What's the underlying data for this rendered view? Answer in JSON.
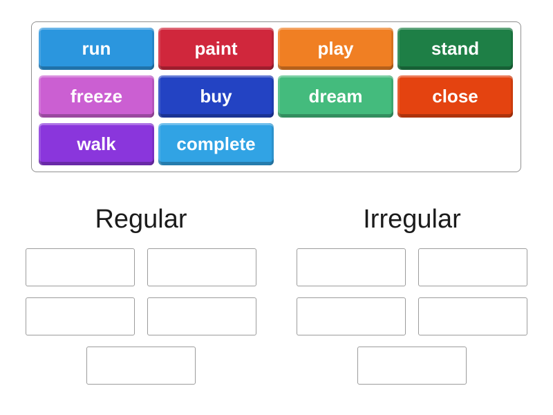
{
  "word_bank": {
    "tiles": [
      {
        "label": "run",
        "color": "#2b96de"
      },
      {
        "label": "paint",
        "color": "#d0273c"
      },
      {
        "label": "play",
        "color": "#f07f23"
      },
      {
        "label": "stand",
        "color": "#1e7f46"
      },
      {
        "label": "freeze",
        "color": "#cb5fd2"
      },
      {
        "label": "buy",
        "color": "#2343c3"
      },
      {
        "label": "dream",
        "color": "#44bb7d"
      },
      {
        "label": "close",
        "color": "#e44310"
      },
      {
        "label": "walk",
        "color": "#8a36dc"
      },
      {
        "label": "complete",
        "color": "#31a3e4"
      }
    ]
  },
  "groups": [
    {
      "title": "Regular",
      "slot_count": 5
    },
    {
      "title": "Irregular",
      "slot_count": 5
    }
  ],
  "colors": {
    "background": "#ffffff",
    "bank_border": "#8f8f8f",
    "slot_border": "#9b9b9b",
    "tile_text": "#ffffff",
    "title_text": "#1b1b1b"
  }
}
